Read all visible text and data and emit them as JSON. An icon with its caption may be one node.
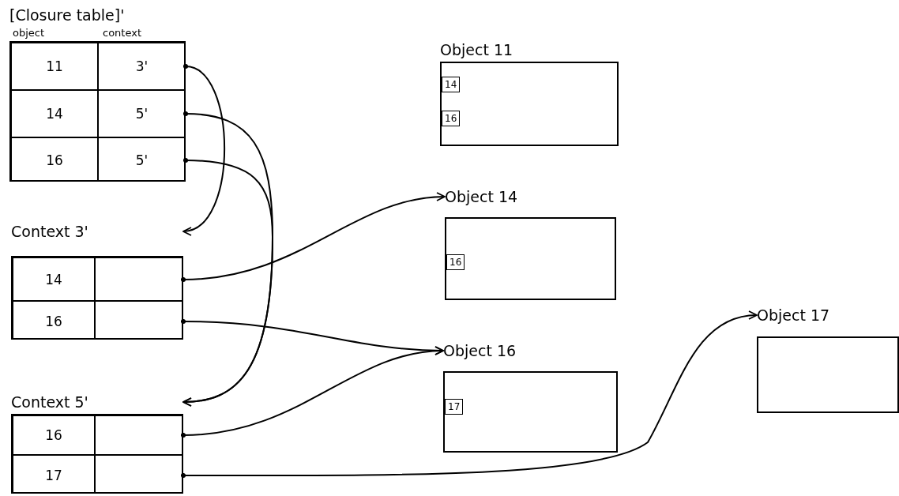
{
  "diagram": {
    "nodes": [
      {
        "text": [
          "[Closure table]'",
          "object",
          "context"
        ]
      },
      {
        "text": [
          "11"
        ],
        "in": 0
      },
      {
        "text": [
          "3'"
        ],
        "in": 0
      },
      {
        "text": [
          "14"
        ],
        "in": 0
      },
      {
        "text": [
          "5'"
        ],
        "in": 0
      },
      {
        "text": [
          "16"
        ],
        "in": 0
      },
      {
        "text": [
          "5'"
        ],
        "in": 0
      },
      {
        "text": [
          "Context 3'"
        ]
      },
      {
        "text": [
          "14"
        ],
        "in": 7
      },
      {
        "text": [],
        "shape": "box",
        "in": 7
      },
      {
        "text": [
          "16"
        ],
        "in": 7
      },
      {
        "text": [],
        "shape": "box",
        "in": 7
      },
      {
        "text": [
          "Context 5'"
        ]
      },
      {
        "text": [
          "16"
        ],
        "in": 12
      },
      {
        "text": [],
        "shape": "box",
        "in": 12
      },
      {
        "text": [
          "17"
        ],
        "in": 12
      },
      {
        "text": [],
        "shape": "box",
        "in": 12
      },
      {
        "text": [
          "Object 11"
        ]
      },
      {
        "text": [
          "14"
        ],
        "in": 17
      },
      {
        "text": [
          "16"
        ],
        "in": 17
      },
      {
        "text": [
          "Object 14"
        ]
      },
      {
        "text": [
          "16"
        ],
        "in": 20
      },
      {
        "text": [
          "Object 16"
        ]
      },
      {
        "text": [
          "17"
        ],
        "in": 22
      },
      {
        "text": [
          "Object 17"
        ]
      }
    ],
    "edges": [
      {
        "from": 2,
        "to": 7,
        "arrow": "to"
      },
      {
        "from": 4,
        "to": 12,
        "arrow": "to"
      },
      {
        "from": 6,
        "to": 12,
        "arrow": "to"
      },
      {
        "from": 9,
        "to": 20,
        "arrow": "to"
      },
      {
        "from": 11,
        "to": 22,
        "arrow": "to"
      },
      {
        "from": 14,
        "to": 22,
        "arrow": "to"
      },
      {
        "from": 16,
        "to": 24,
        "arrow": "to"
      }
    ]
  }
}
